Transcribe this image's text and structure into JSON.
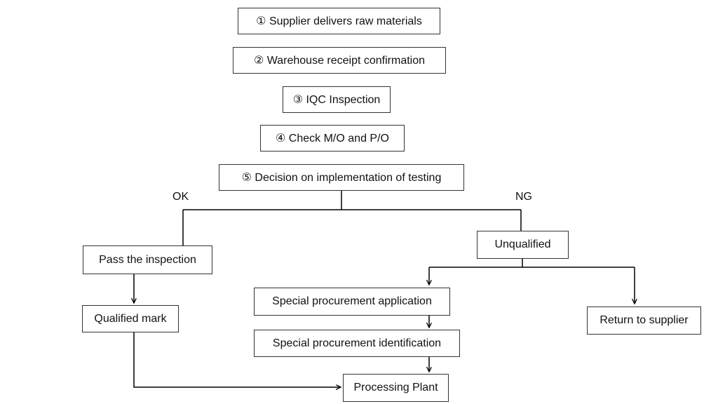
{
  "diagram": {
    "steps": {
      "s1": "① Supplier delivers raw materials",
      "s2": "② Warehouse receipt confirmation",
      "s3": "③ IQC Inspection",
      "s4": "④ Check M/O and P/O",
      "s5": "⑤ Decision on implementation of testing"
    },
    "branches": {
      "ok": "OK",
      "ng": "NG"
    },
    "nodes": {
      "pass": "Pass the inspection",
      "qualified_mark": "Qualified mark",
      "unqualified": "Unqualified",
      "special_app": "Special procurement application",
      "special_id": "Special procurement identification",
      "return_supplier": "Return to supplier",
      "processing_plant": "Processing Plant"
    },
    "line_color": "#000000",
    "border_color": "#333333"
  }
}
